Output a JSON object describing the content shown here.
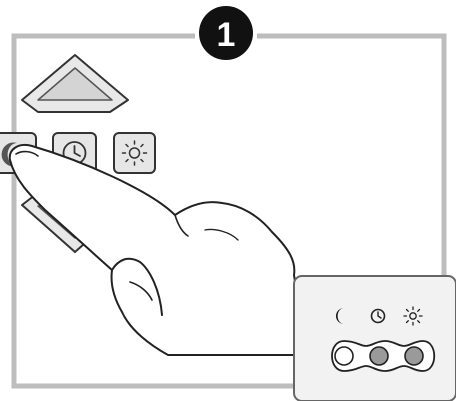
{
  "step": {
    "number": "1"
  },
  "panel": {
    "buttons": [
      {
        "name": "night-mode",
        "icon": "moon-icon"
      },
      {
        "name": "timer-mode",
        "icon": "clock-icon"
      },
      {
        "name": "day-mode",
        "icon": "sun-icon"
      }
    ],
    "arrows": [
      "up-arrow-icon",
      "down-arrow-icon"
    ]
  },
  "inset": {
    "icons": [
      "moon-icon",
      "clock-icon",
      "sun-icon"
    ],
    "indicators": [
      {
        "name": "night-indicator",
        "state": "off"
      },
      {
        "name": "timer-indicator",
        "state": "on"
      },
      {
        "name": "day-indicator",
        "state": "on"
      }
    ]
  },
  "colors": {
    "frame": "#bdbdbd",
    "button_fill": "#e6e6e6",
    "lit_indicator": "#9a9a9a",
    "badge": "#111111"
  }
}
